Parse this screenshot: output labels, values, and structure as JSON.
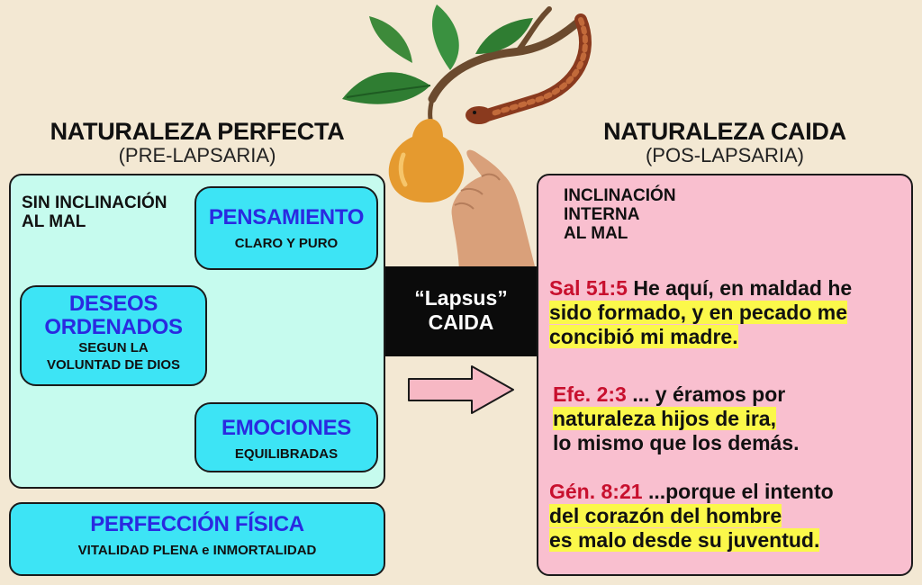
{
  "left": {
    "heading": "NATURALEZA PERFECTA",
    "subheading": "(PRE-LAPSARIA)",
    "intro": [
      "SIN INCLINACIÓN",
      "AL MAL"
    ],
    "cards": {
      "thought": {
        "title": "PENSAMIENTO",
        "sub": "CLARO Y PURO"
      },
      "desires": {
        "title": [
          "DESEOS",
          "ORDENADOS"
        ],
        "sub": [
          "SEGUN LA",
          "VOLUNTAD DE DIOS"
        ]
      },
      "emotions": {
        "title": "EMOCIONES",
        "sub": "EQUILIBRADAS"
      }
    },
    "physical": {
      "title": "PERFECCIÓN FÍSICA",
      "sub": "VITALIDAD PLENA e INMORTALIDAD"
    }
  },
  "fall": {
    "line1": "“Lapsus”",
    "line2": "CAIDA"
  },
  "right": {
    "heading": "NATURALEZA CAIDA",
    "subheading": "(POS-LAPSARIA)",
    "intro": [
      "INCLINACIÓN",
      "INTERNA",
      "AL MAL"
    ],
    "verses": [
      {
        "ref": "Sal 51:5",
        "lines": [
          "He aquí, en maldad he",
          "sido formado, y en pecado me",
          "concibió mi madre."
        ]
      },
      {
        "ref": "Efe. 2:3",
        "lines": [
          "... y éramos por",
          "naturaleza hijos de ira,",
          "lo mismo que los demás."
        ]
      },
      {
        "ref": "Gén. 8:21",
        "lines": [
          "...porque el intento",
          "del corazón del hombre",
          "es malo desde su juventud."
        ]
      }
    ]
  },
  "colors": {
    "background": "#f3e8d3",
    "left_panel": "#c6fbee",
    "card": "#3de4f5",
    "card_title": "#2a2ae0",
    "right_panel": "#f9bfcf",
    "reference": "#c8102e",
    "highlight": "#fbf84a",
    "arrow": "#f7b8c4"
  },
  "illustration": {
    "description_icons": [
      "pear-icon",
      "snake-icon",
      "hand-icon",
      "leaf-icon",
      "branch-icon"
    ]
  }
}
